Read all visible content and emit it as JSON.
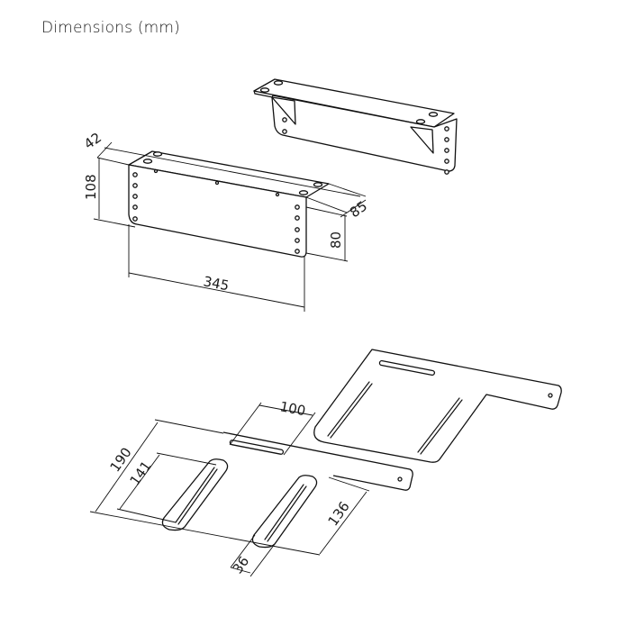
{
  "header": {
    "title": "Dimensions (mm)"
  },
  "diagram": {
    "type": "technical-drawing",
    "subject": "mounting brackets and adapter plate",
    "colors": {
      "line": "#111111",
      "background": "#ffffff",
      "text": "#1a1a1a"
    },
    "bracket": {
      "dimensions": {
        "width": "345",
        "height": "108",
        "flange_depth": "42",
        "depth": "85",
        "side_height": "80"
      }
    },
    "plate": {
      "dimensions": {
        "overall_depth": "190",
        "slot_offset": "141",
        "slot_length": "100",
        "tab_length": "136",
        "slot_width": "36"
      }
    }
  }
}
